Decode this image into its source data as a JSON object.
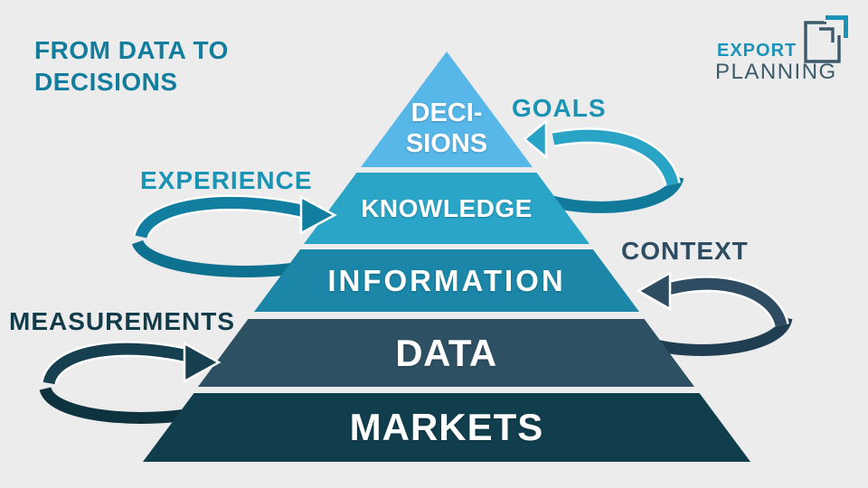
{
  "background_color": "#ececec",
  "title": {
    "line1": "FROM DATA TO",
    "line2": "DECISIONS",
    "color": "#137d9e"
  },
  "logo": {
    "word_top": "EXPORT",
    "word_bottom": "PLANNING",
    "teal": "#1a93b8",
    "slate": "#3d5a6b"
  },
  "pyramid": {
    "text_color": "#ffffff",
    "levels": [
      {
        "id": "decisions",
        "line1": "DECI-",
        "line2": "SIONS",
        "color": "#57b7e8"
      },
      {
        "id": "knowledge",
        "label": "KNOWLEDGE",
        "color": "#2aa5c8"
      },
      {
        "id": "information",
        "label": "INFORMATION",
        "color": "#1b86a7"
      },
      {
        "id": "data",
        "label": "DATA",
        "color": "#2e5063"
      },
      {
        "id": "markets",
        "label": "MARKETS",
        "color": "#113e4d"
      }
    ]
  },
  "annotations": [
    {
      "id": "goals",
      "label": "GOALS",
      "text_color": "#1a93b4",
      "ribbon_top": "#2aa4c6",
      "ribbon_bottom": "#117a9b",
      "points_to": "DECISIONS",
      "direction": "left"
    },
    {
      "id": "experience",
      "label": "EXPERIENCE",
      "text_color": "#1a93b4",
      "ribbon_top": "#127ea0",
      "ribbon_bottom": "#0e7190",
      "points_to": "KNOWLEDGE",
      "direction": "right"
    },
    {
      "id": "context",
      "label": "CONTEXT",
      "text_color": "#2e4d63",
      "ribbon_top": "#2e4d63",
      "ribbon_bottom": "#1f3e51",
      "points_to": "INFORMATION",
      "direction": "left"
    },
    {
      "id": "measurements",
      "label": "MEASUREMENTS",
      "text_color": "#133c4b",
      "ribbon_top": "#16404f",
      "ribbon_bottom": "#0f323f",
      "points_to": "DATA",
      "direction": "right"
    }
  ]
}
